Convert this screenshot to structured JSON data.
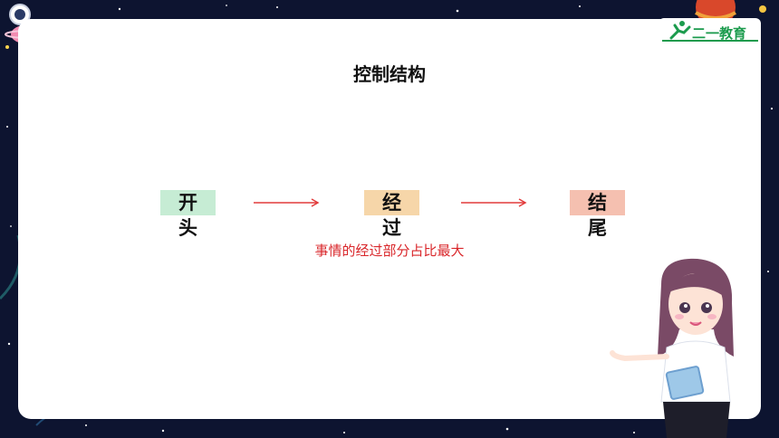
{
  "slide": {
    "title": "控制结构",
    "steps": [
      "开头",
      "经过",
      "结尾"
    ],
    "note": "事情的经过部分占比最大",
    "logo_text": "二一教育"
  },
  "colors": {
    "start_bg": "#c6ecd4",
    "middle_bg": "#f6d6a9",
    "end_bg": "#f5c0b0",
    "arrow": "#e23b3b",
    "note": "#d9262a",
    "logo": "#1b9b4d"
  },
  "icons": [
    "astronaut-icon",
    "planet-icon",
    "runner-logo-icon",
    "teacher-illustration",
    "arrow-icon"
  ]
}
